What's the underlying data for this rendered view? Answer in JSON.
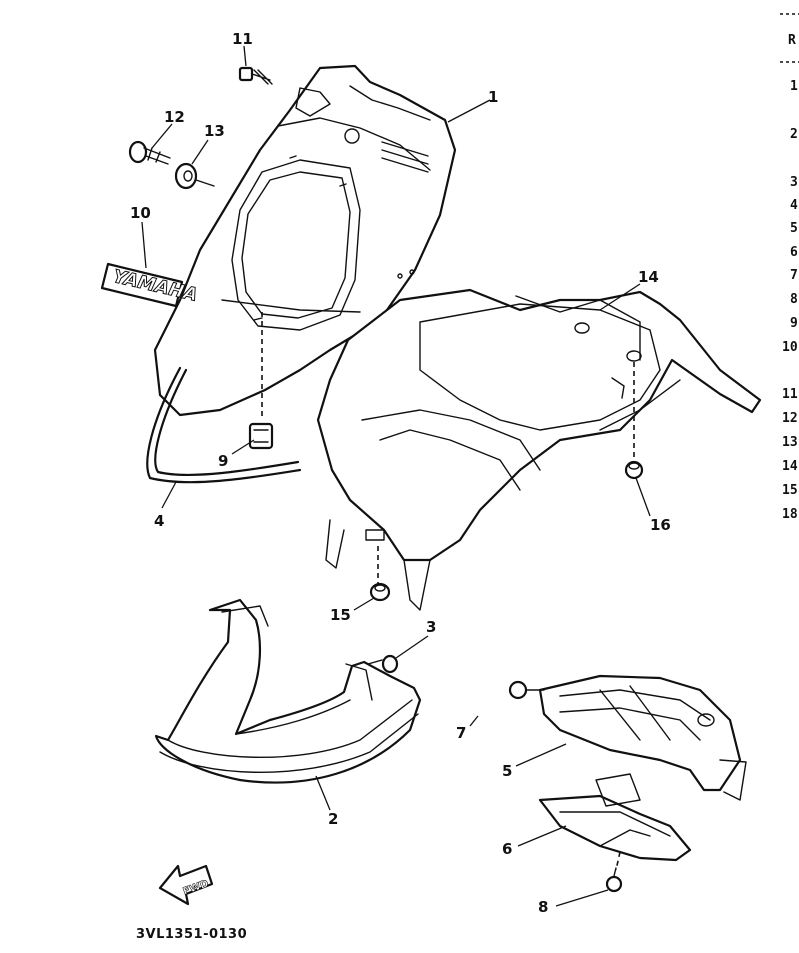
{
  "callouts": {
    "c1": "1",
    "c2": "2",
    "c3": "3",
    "c4": "4",
    "c5": "5",
    "c6": "6",
    "c7": "7",
    "c8": "8",
    "c9": "9",
    "c10": "10",
    "c11": "11",
    "c12": "12",
    "c13": "13",
    "c14": "14",
    "c15": "15",
    "c16": "16"
  },
  "ref_column": {
    "header": "R",
    "rows": [
      "1",
      "2",
      "3",
      "4",
      "5",
      "6",
      "7",
      "8",
      "9",
      "10",
      "11",
      "12",
      "13",
      "14",
      "15",
      "18"
    ]
  },
  "decal_text": "YAMAHA",
  "fwd_label": "FWD",
  "diagram_code": "3VL1351-0130"
}
